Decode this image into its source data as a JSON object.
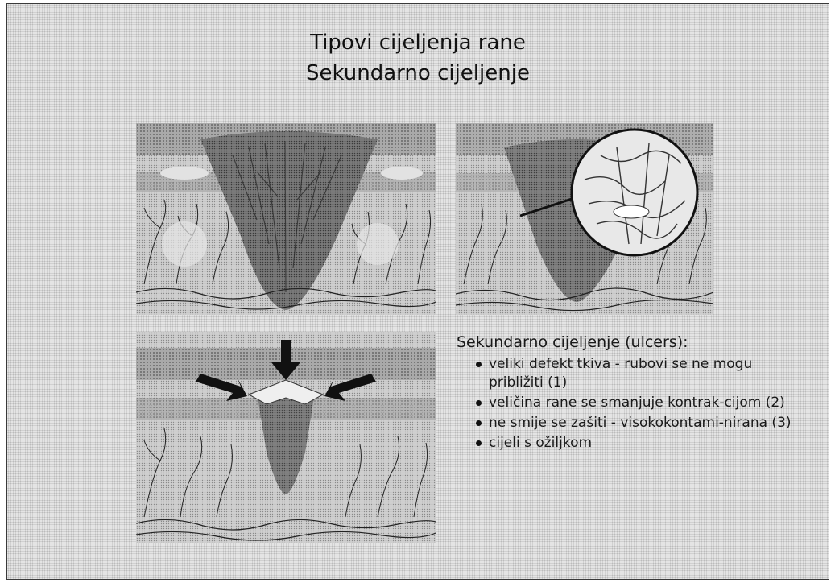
{
  "title": {
    "line1": "Tipovi cijeljenja rane",
    "line2": "Sekundarno cijeljenje"
  },
  "illustrations": [
    {
      "name": "open-wound-granulation",
      "icon": "wound-cross-section"
    },
    {
      "name": "wound-magnified-detail",
      "icon": "magnifier-circle"
    },
    {
      "name": "wound-contraction-arrows",
      "icon": "arrows-inward"
    }
  ],
  "info": {
    "heading": "Sekundarno cijeljenje (ulcers):",
    "bullets": [
      "veliki defekt tkiva - rubovi se ne mogu približiti (1)",
      "veličina rane se smanjuje kontrak-cijom (2)",
      "ne smije se zašiti - visokokontami-nirana (3)",
      "cijeli s ožiljkom"
    ]
  },
  "colors": {
    "background": "#e4e4e4",
    "border": "#3a3a3a",
    "text": "#111111"
  }
}
